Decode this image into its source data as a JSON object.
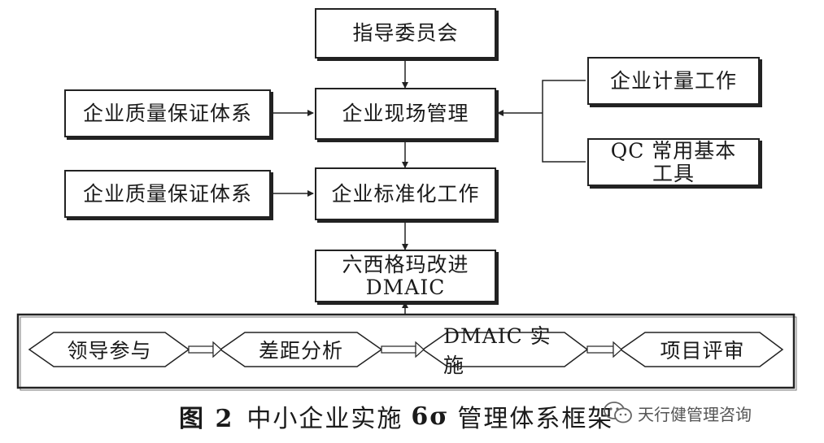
{
  "diagram": {
    "boxes": {
      "steering": "指导委员会",
      "qa_system_1": "企业质量保证体系",
      "site_mgmt": "企业现场管理",
      "metrology": "企业计量工作",
      "qc_tools_line1": "QC 常用基本",
      "qc_tools_line2": "工具",
      "qa_system_2": "企业质量保证体系",
      "standardization": "企业标准化工作",
      "six_sigma_line1": "六西格玛改进",
      "six_sigma_line2": "DMAIC"
    },
    "process": [
      "领导参与",
      "差距分析",
      "DMAIC 实施",
      "项目评审"
    ]
  },
  "caption": {
    "fig_label": "图 2",
    "text_before": "中小企业实施",
    "sigma": "6σ",
    "text_after": "管理体系框架"
  },
  "watermark": {
    "icon": "wechat-icon",
    "text": "天行健管理咨询"
  },
  "colors": {
    "line": "#222222",
    "background": "#ffffff"
  }
}
